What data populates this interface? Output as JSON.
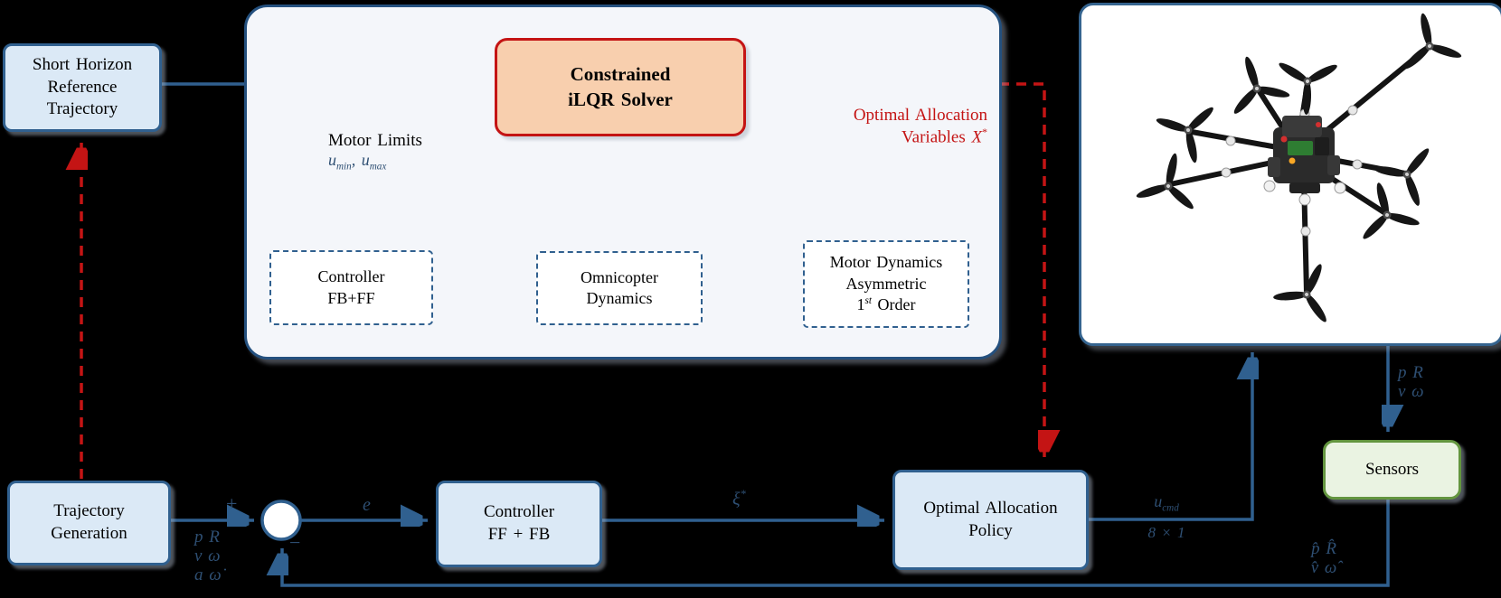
{
  "diagram": {
    "short_horizon": [
      "Short Horizon",
      "Reference",
      "Trajectory"
    ],
    "ilqr": [
      "Constrained",
      "iLQR Solver"
    ],
    "motor_limits": {
      "title": "Motor Limits",
      "u1": "u",
      "sub1": "min",
      "comma": ", ",
      "u2": "u",
      "sub2": "max"
    },
    "optimal_alloc_label": {
      "line1": "Optimal Allocation",
      "line2_prefix": "Variables ",
      "var": "X",
      "sup": "*"
    },
    "dashed_boxes": {
      "controller": [
        "Controller",
        "FB+FF"
      ],
      "omnicopter": [
        "Omnicopter",
        "Dynamics"
      ],
      "motor_line1": "Motor Dynamics",
      "motor_line2": "Asymmetric",
      "motor_line3": {
        "num": "1",
        "sup": "st",
        "rest": " Order"
      }
    },
    "trajectory_generation": [
      "Trajectory",
      "Generation"
    ],
    "controller_fffb": [
      "Controller",
      "FF + FB"
    ],
    "optimal_allocation_policy": [
      "Optimal Allocation",
      "Policy"
    ],
    "sensors": "Sensors",
    "signals": {
      "plus": "+",
      "minus": "−",
      "error": "e",
      "xi": "ξ",
      "xi_sup": "*",
      "u_cmd_base": "u",
      "u_cmd_sub": "cmd",
      "u_cmd_dim": "8 × 1",
      "ref_state": [
        "p R",
        "v ω",
        "a ω̇"
      ],
      "plant_state": [
        "p R",
        "v ω"
      ],
      "estimated_state": [
        "p̂ R̂",
        "v̂ ω̂"
      ]
    }
  }
}
